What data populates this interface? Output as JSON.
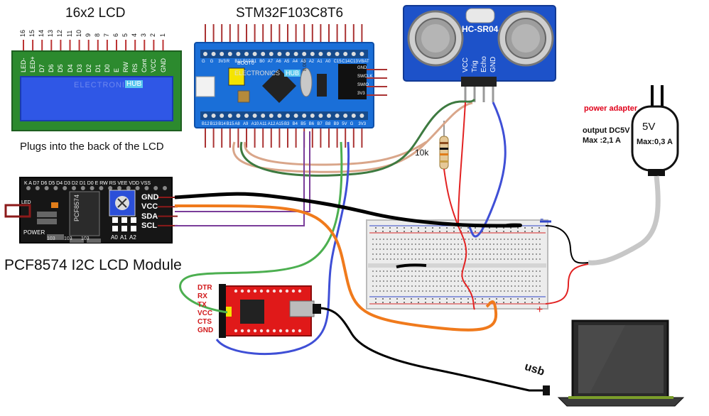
{
  "lcd": {
    "title": "16x2 LCD",
    "pin_numbers": [
      "16",
      "15",
      "14",
      "13",
      "12",
      "11",
      "10",
      "9",
      "8",
      "7",
      "6",
      "5",
      "4",
      "3",
      "2",
      "1"
    ],
    "pin_labels": [
      "LED-",
      "LED+",
      "D7",
      "D6",
      "D5",
      "D4",
      "D3",
      "D2",
      "D1",
      "D0",
      "E",
      "RW",
      "RS",
      "Cont",
      "VCC",
      "GND"
    ],
    "watermark": "ELECTRONICS",
    "watermark_badge": "HUB"
  },
  "i2c_module": {
    "caption_top": "Plugs into the back  of the LCD",
    "caption_bottom": "PCF8574 I2C LCD Module",
    "chip": "PCF8574",
    "top_pins": "K  A  D7 D6 D5 D4 D3 D2 D1 D0  E  RW RS VEE VDD VSS",
    "power_label": "POWER",
    "led_label": "LED",
    "address_labels": [
      "A0",
      "A1",
      "A2"
    ],
    "resistor_codes": [
      "103",
      "103",
      "103"
    ],
    "side_pins": [
      "GND",
      "VCC",
      "SDA",
      "SCL"
    ]
  },
  "stm32": {
    "title": "STM32F103C8T6",
    "top_pins": [
      "G",
      "G",
      "3V3",
      "R",
      "B11",
      "B10",
      "B1",
      "B0",
      "A7",
      "A6",
      "A5",
      "A4",
      "A3",
      "A2",
      "A1",
      "A0",
      "C15",
      "C14",
      "C13",
      "VBAT"
    ],
    "bottom_pins": [
      "B12",
      "B13",
      "B14",
      "B15",
      "A8",
      "A9",
      "A10",
      "A11",
      "A12",
      "A15",
      "B3",
      "B4",
      "B5",
      "B6",
      "B7",
      "B8",
      "B9",
      "5V",
      "G",
      "3V3"
    ],
    "right_pins": [
      "GND",
      "SWCLK",
      "SWIO",
      "3V3"
    ],
    "boot_label": "BOOT0",
    "crystal": "8.000",
    "watermark": "ELECTRONICS",
    "watermark_badge": "HUB"
  },
  "hcsr04": {
    "name": "HC-SR04",
    "pins": [
      "VCC",
      "Trig",
      "Echo",
      "GND"
    ]
  },
  "resistor": {
    "label": "10k"
  },
  "power_adapter": {
    "title": "power adapter",
    "output": "output DC5V",
    "max": "Max :2,1 A",
    "device_voltage": "5V",
    "device_max": "Max:0,3 A"
  },
  "ftdi": {
    "pins": [
      "DTR",
      "RX",
      "TX",
      "VCC",
      "CTS",
      "GND"
    ]
  },
  "breadboard": {
    "minus": "-",
    "plus": "+"
  },
  "usb": {
    "label": "usb"
  },
  "colors": {
    "lcd_board": "#2c8a2e",
    "lcd_screen": "#2f57e6",
    "stm32_board": "#1a6fd8",
    "sensor_board": "#1d52c9",
    "ftdi_board": "#e01919",
    "wire_black": "#000000",
    "wire_orange": "#f07a1c",
    "wire_green": "#4caf50",
    "wire_blue": "#3f4fd6",
    "wire_red": "#e22222",
    "wire_purple": "#7a3d9a",
    "wire_tan": "#d9a68a",
    "wire_darkgreen": "#3d7a40"
  }
}
